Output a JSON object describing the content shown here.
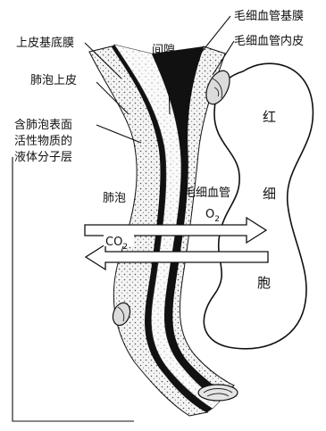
{
  "labels": {
    "capillary_basement": "毛细血管基膜",
    "epithelial_basement": "上皮基底膜",
    "interstitial_space": "间隙",
    "capillary_endothelium": "毛细血管内皮",
    "alveolar_epithelium": "肺泡上皮",
    "surfactant_line1": "含肺泡表面",
    "surfactant_line2": "活性物质的",
    "surfactant_line3": "液体分子层",
    "alveolus": "肺泡",
    "capillary": "毛细血管",
    "rbc_char1": "红",
    "rbc_char2": "细",
    "rbc_char3": "胞",
    "o2_main": "O",
    "o2_sub": "2",
    "co2_main": "CO",
    "co2_sub": "2"
  }
}
